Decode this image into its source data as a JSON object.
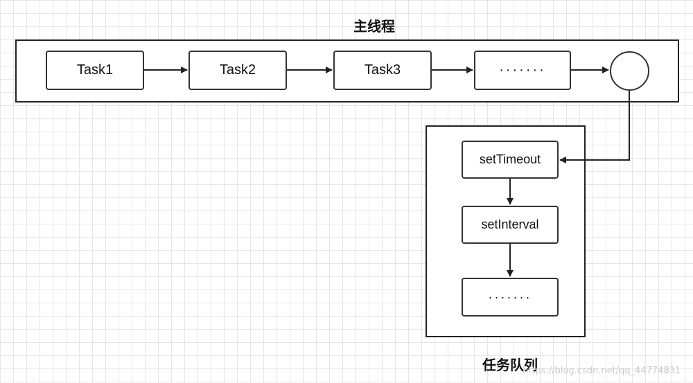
{
  "main_thread": {
    "title": "主线程",
    "tasks": [
      "Task1",
      "Task2",
      "Task3",
      "·······"
    ]
  },
  "task_queue": {
    "title": "任务队列",
    "items": [
      "setTimeout",
      "setInterval",
      "·······"
    ]
  },
  "watermark": "https://blog.csdn.net/qq_44774831"
}
